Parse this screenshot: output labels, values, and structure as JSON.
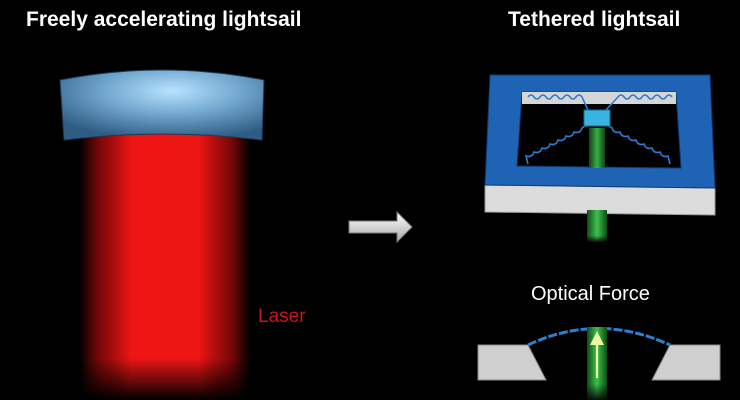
{
  "left": {
    "title": "Freely accelerating lightsail",
    "laser_label": "Laser"
  },
  "right": {
    "title": "Tethered lightsail",
    "force_label": "Optical Force"
  },
  "colors": {
    "laser": "#d01010",
    "sail": "#8ec6ea",
    "frame": "#1f63b4",
    "beam": "#2ea83a",
    "arrow": "#e8e8e8"
  },
  "icons": {
    "transition": "right-arrow-icon",
    "force": "up-arrow-icon"
  }
}
